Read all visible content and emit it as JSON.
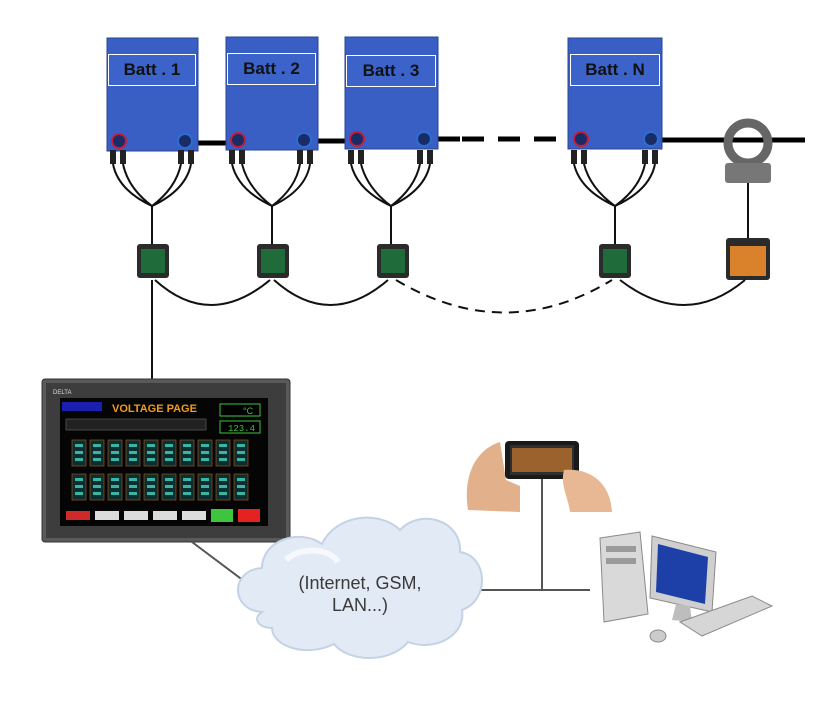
{
  "batteries": [
    {
      "label": "Batt . 1"
    },
    {
      "label": "Batt . 2"
    },
    {
      "label": "Batt . 3"
    },
    {
      "label": "Batt . N"
    }
  ],
  "hmi": {
    "brand": "DELTA",
    "page_title": "VOLTAGE PAGE",
    "temperature_unit": "°C",
    "current_value": "123.4"
  },
  "cloud": {
    "line1": "(Internet, GSM,",
    "line2": "LAN...)"
  },
  "colors": {
    "battery_blue": "#3a5fc4",
    "module_green": "#1f6b3a",
    "sensor_orange": "#d9822b"
  }
}
